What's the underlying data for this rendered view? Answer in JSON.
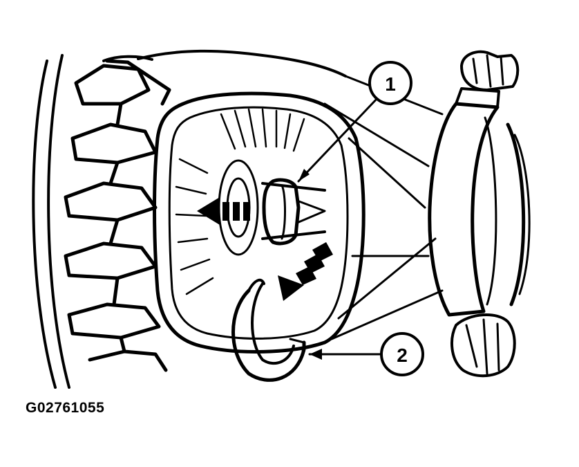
{
  "figure": {
    "id_label": "G02761055"
  },
  "callouts": [
    {
      "number": "1"
    },
    {
      "number": "2"
    }
  ],
  "colors": {
    "line": "#000000",
    "background": "#ffffff"
  }
}
